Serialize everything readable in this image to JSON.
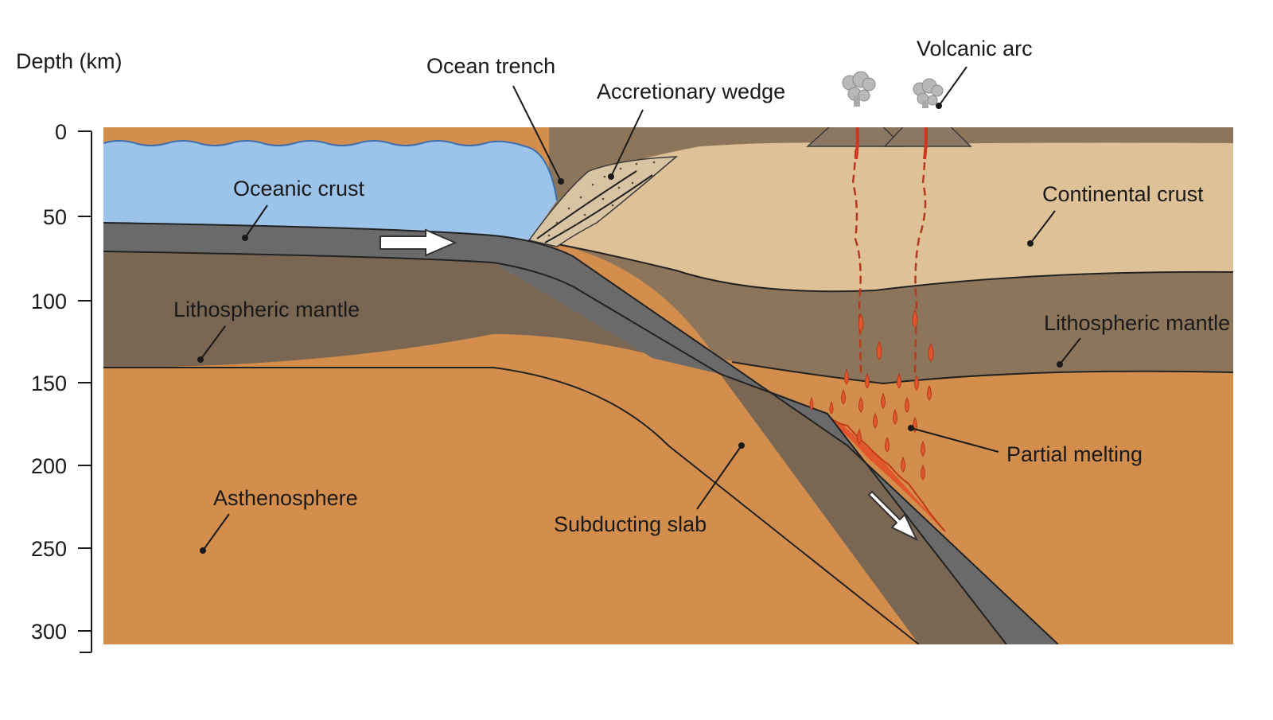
{
  "axis": {
    "label": "Depth (km)",
    "ticks": [
      "0",
      "50",
      "100",
      "150",
      "200",
      "250",
      "300"
    ]
  },
  "labels": {
    "ocean_trench": "Ocean trench",
    "accretionary_wedge": "Accretionary wedge",
    "volcanic_arc": "Volcanic arc",
    "oceanic_crust": "Oceanic crust",
    "continental_crust": "Continental crust",
    "lithospheric_mantle_left": "Lithospheric mantle",
    "lithospheric_mantle_right": "Lithospheric mantle",
    "asthenosphere": "Asthenosphere",
    "subducting_slab": "Subducting slab",
    "partial_melting": "Partial melting"
  },
  "colors": {
    "ocean": "#9cc4ea",
    "oceanic_crust": "#6a6a6a",
    "lithospheric_mantle": "#7a6753",
    "asthenosphere": "#d38e4e",
    "continental_crust": "#dfc197",
    "continental_lith_mantle": "#8c755b",
    "wedge": "#d8c4a2",
    "magma": "#e2562b",
    "volcano": "#8a7865",
    "smoke": "#b8b8b8"
  }
}
